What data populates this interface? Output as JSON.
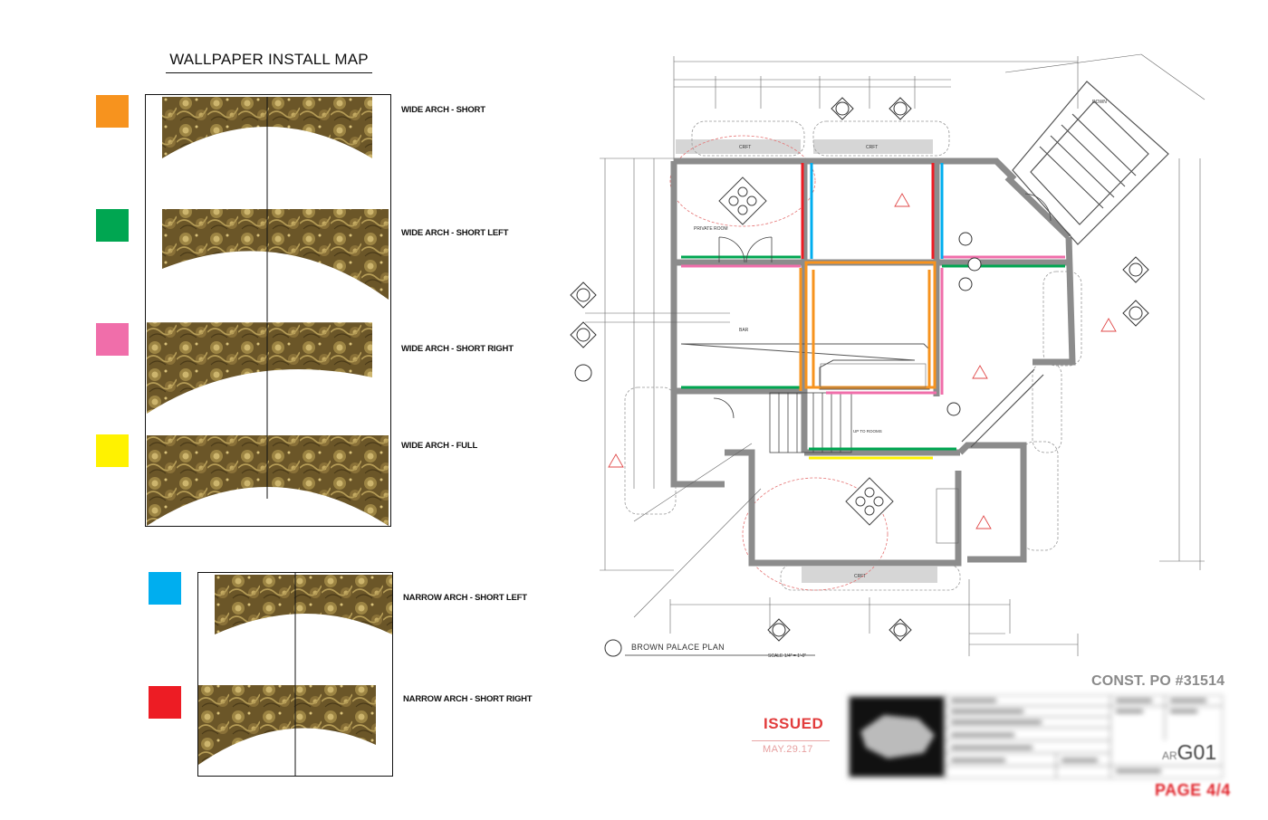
{
  "map_title": "WALLPAPER INSTALL MAP",
  "legend": [
    {
      "label": "WIDE ARCH - SHORT",
      "color": "#f7931e"
    },
    {
      "label": "WIDE ARCH - SHORT LEFT",
      "color": "#00a651"
    },
    {
      "label": "WIDE ARCH - SHORT RIGHT",
      "color": "#f06eaa"
    },
    {
      "label": "WIDE ARCH - FULL",
      "color": "#fff200"
    },
    {
      "label": "NARROW ARCH - SHORT LEFT",
      "color": "#00aeef"
    },
    {
      "label": "NARROW ARCH - SHORT RIGHT",
      "color": "#ed1c24"
    }
  ],
  "plan": {
    "title": "BROWN PALACE PLAN",
    "scale": "SCALE 1/4\" = 1'-0\"",
    "room_labels": [
      "PRIVATE ROOM",
      "BAR",
      "UP TO ROOMS",
      "DOWN"
    ],
    "craft_labels": [
      "CRFT",
      "CRFT",
      "CRFT"
    ]
  },
  "stamp": {
    "word": "ISSUED",
    "date": "MAY.29.17"
  },
  "const_po": "CONST. PO #31514",
  "sheet": {
    "prefix": "AR",
    "number": "G01"
  },
  "page": "PAGE 4/4",
  "colors": {
    "wall": "#8c8c8c",
    "line": "#333333",
    "wallpaper_dark": "#5e4a22",
    "wallpaper_gold": "#b39a55"
  }
}
